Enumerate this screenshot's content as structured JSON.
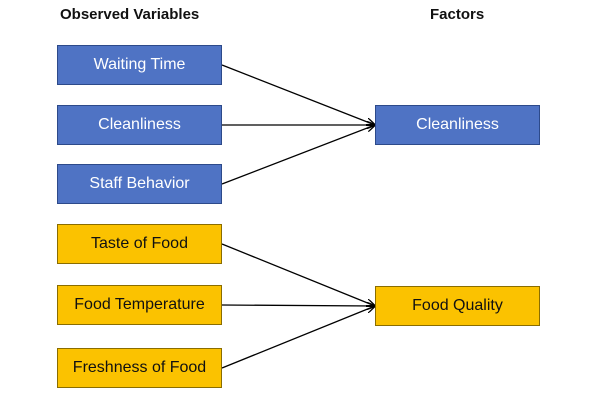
{
  "headers": {
    "observed": "Observed Variables",
    "factors": "Factors"
  },
  "observed_variables": [
    {
      "label": "Waiting Time",
      "color": "#4f73c4"
    },
    {
      "label": "Cleanliness",
      "color": "#4f73c4"
    },
    {
      "label": "Staff Behavior",
      "color": "#4f73c4"
    },
    {
      "label": "Taste of Food",
      "color": "#fbc200"
    },
    {
      "label": "Food Temperature",
      "color": "#fbc200"
    },
    {
      "label": "Freshness of Food",
      "color": "#fbc200"
    }
  ],
  "factors": [
    {
      "label": "Cleanliness",
      "color": "#4f73c4"
    },
    {
      "label": "Food Quality",
      "color": "#fbc200"
    }
  ],
  "links": [
    {
      "from": "Waiting Time",
      "to": "Cleanliness"
    },
    {
      "from": "Cleanliness",
      "to": "Cleanliness"
    },
    {
      "from": "Staff Behavior",
      "to": "Cleanliness"
    },
    {
      "from": "Taste of Food",
      "to": "Food Quality"
    },
    {
      "from": "Food Temperature",
      "to": "Food Quality"
    },
    {
      "from": "Freshness of Food",
      "to": "Food Quality"
    }
  ]
}
